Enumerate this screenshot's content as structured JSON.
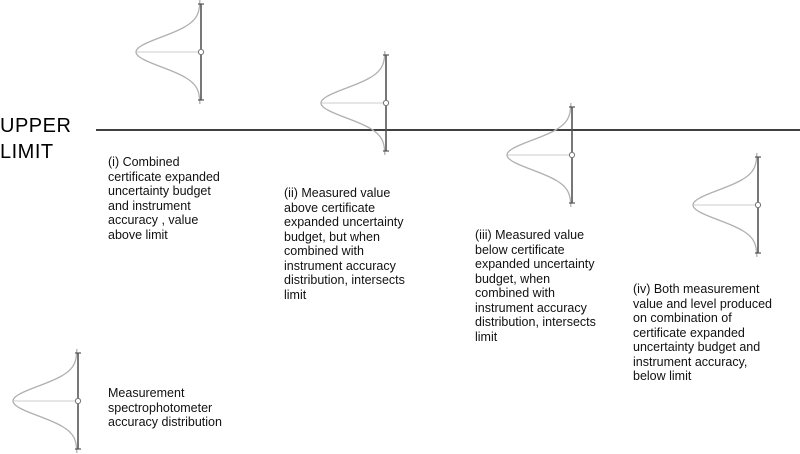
{
  "limit": {
    "lines": [
      "UPPER",
      "LIMIT"
    ]
  },
  "captions": [
    {
      "lines": [
        "(i) Combined",
        "certificate expanded",
        "uncertainty budget",
        "and instrument",
        "accuracy , value",
        "above limit"
      ]
    },
    {
      "lines": [
        "(ii) Measured value",
        "above certificate",
        "expanded uncertainty",
        "budget, but when",
        "combined with",
        "instrument accuracy",
        "distribution, intersects",
        "limit"
      ]
    },
    {
      "lines": [
        "(iii) Measured value",
        "below certificate",
        "expanded uncertainty",
        "budget, when",
        "combined with",
        "instrument accuracy",
        "distribution, intersects",
        "limit"
      ]
    },
    {
      "lines": [
        "(iv) Both measurement",
        "value and level produced",
        "on combination of",
        "certificate expanded",
        "uncertainty budget and",
        "instrument accuracy,",
        "below limit"
      ]
    },
    {
      "lines": [
        "Measurement",
        "spectrophotometer",
        "accuracy distribution"
      ]
    }
  ],
  "colors": {
    "curve": "#b0b0b0",
    "bar": "#555555",
    "limit_line": "#000000",
    "center_line": "#d8d8d8"
  }
}
